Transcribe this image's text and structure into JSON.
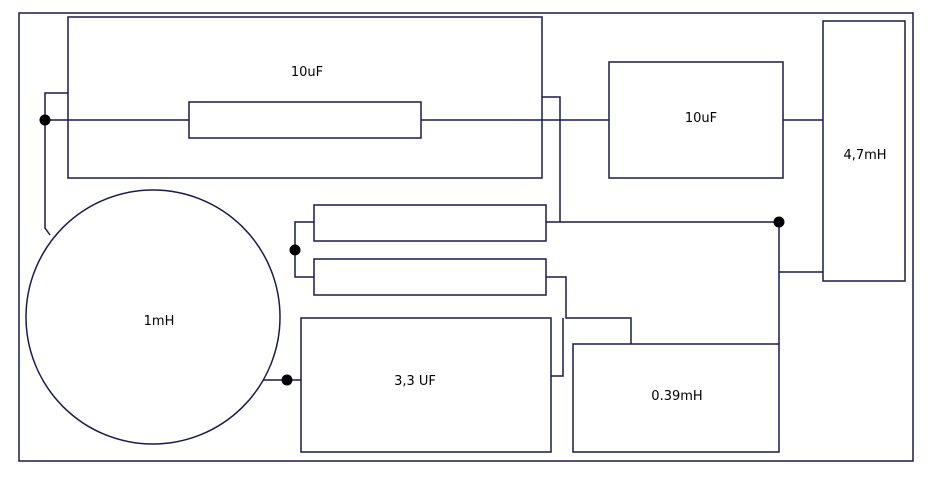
{
  "colors": {
    "line": "#1a1a4e",
    "node": "#000000",
    "background": "#ffffff"
  },
  "components": {
    "cap_large": {
      "label": "10uF"
    },
    "resistor_top": {
      "label": ""
    },
    "cap_top_right": {
      "label": "10uF"
    },
    "inductor_right": {
      "label": "4,7mH"
    },
    "inductor_round": {
      "label": "1mH"
    },
    "resistor_mid_upper": {
      "label": ""
    },
    "resistor_mid_lower": {
      "label": ""
    },
    "cap_bottom": {
      "label": "3,3 UF"
    },
    "inductor_bottom": {
      "label": "0.39mH"
    }
  }
}
